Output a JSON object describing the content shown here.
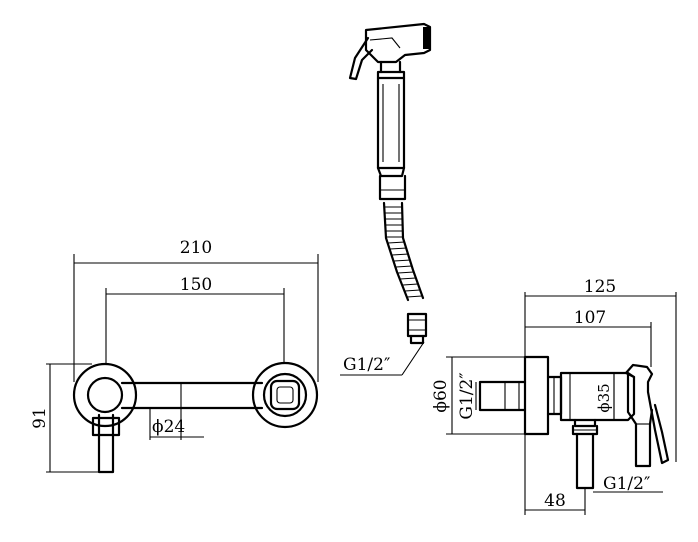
{
  "front_view": {
    "dim_width_overall": "210",
    "dim_width_centers": "150",
    "dim_height": "91",
    "dim_spout_dia": "ϕ24"
  },
  "handset": {
    "dim_inlet_thread": "G1/2″"
  },
  "side_view": {
    "dim_depth_overall": "125",
    "dim_depth_body": "107",
    "dim_plate_dia": "ϕ60",
    "dim_wall_thread": "G1/2″",
    "dim_body_dia": "ϕ35",
    "dim_outlet_offset": "48",
    "dim_outlet_thread": "G1/2″"
  },
  "colors": {
    "line": "#000000",
    "background": "#ffffff"
  }
}
